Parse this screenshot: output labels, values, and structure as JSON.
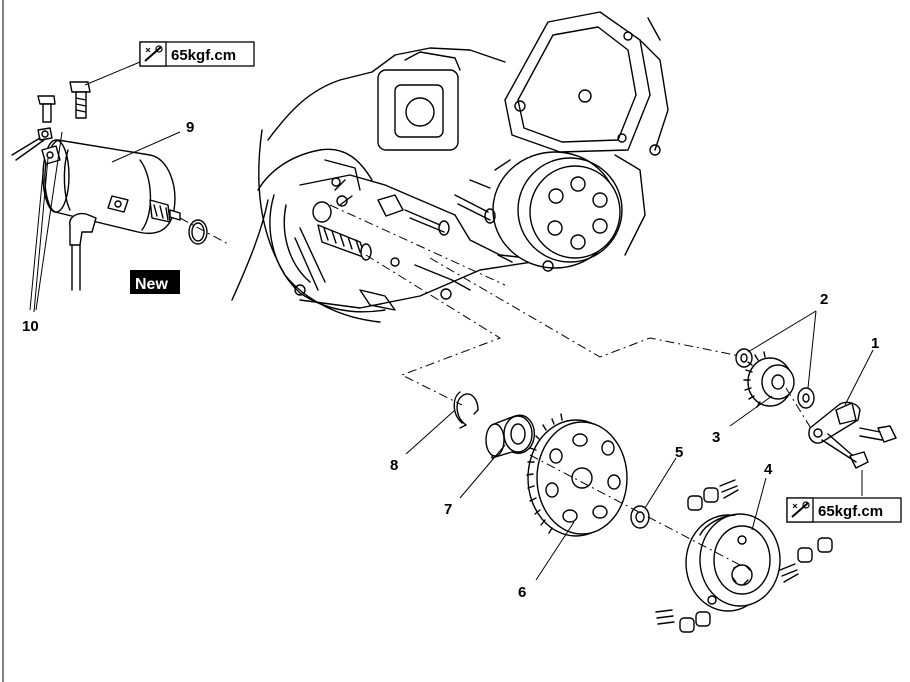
{
  "torque_labels": {
    "starter_bolt": "65kgf.cm",
    "cover_bolt": "65kgf.cm"
  },
  "new_badge": "New",
  "callouts": [
    "1",
    "2",
    "3",
    "4",
    "5",
    "6",
    "7",
    "8",
    "9",
    "10"
  ],
  "icons": {
    "torque": "torque-wrench-icon"
  }
}
